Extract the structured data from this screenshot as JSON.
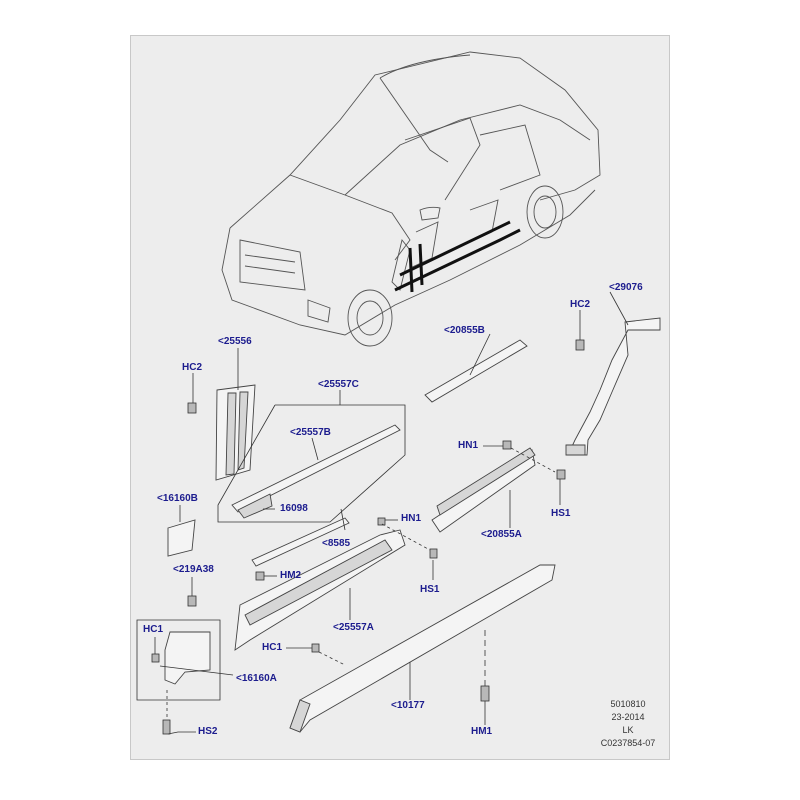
{
  "colors": {
    "panel": "#ededed",
    "label": "#1c1c8e",
    "line": "#333333",
    "part_fill": "#f4f4f4",
    "part_shade": "#d6d6d6"
  },
  "labels": {
    "p29076": "<29076",
    "hc2_top": "HC2",
    "p25556": "<25556",
    "p20855B": "<20855B",
    "hc2_left": "HC2",
    "p25557C": "<25557C",
    "p25557B": "<25557B",
    "hn1_right": "HN1",
    "p16160B": "<16160B",
    "p16098": "16098",
    "hs1_right": "HS1",
    "hn1_mid": "HN1",
    "p20855A": "<20855A",
    "p8585": "<8585",
    "p219A38": "<219A38",
    "hm2": "HM2",
    "hs1_mid": "HS1",
    "p25557A": "<25557A",
    "hc1_box": "HC1",
    "hc1_mid": "HC1",
    "p16160A": "<16160A",
    "p10177": "<10177",
    "hs2": "HS2",
    "hm1": "HM1"
  },
  "meta": {
    "line1": "5010810",
    "line2": "23-2014",
    "line3": "LK",
    "line4": "C0237854-07"
  }
}
